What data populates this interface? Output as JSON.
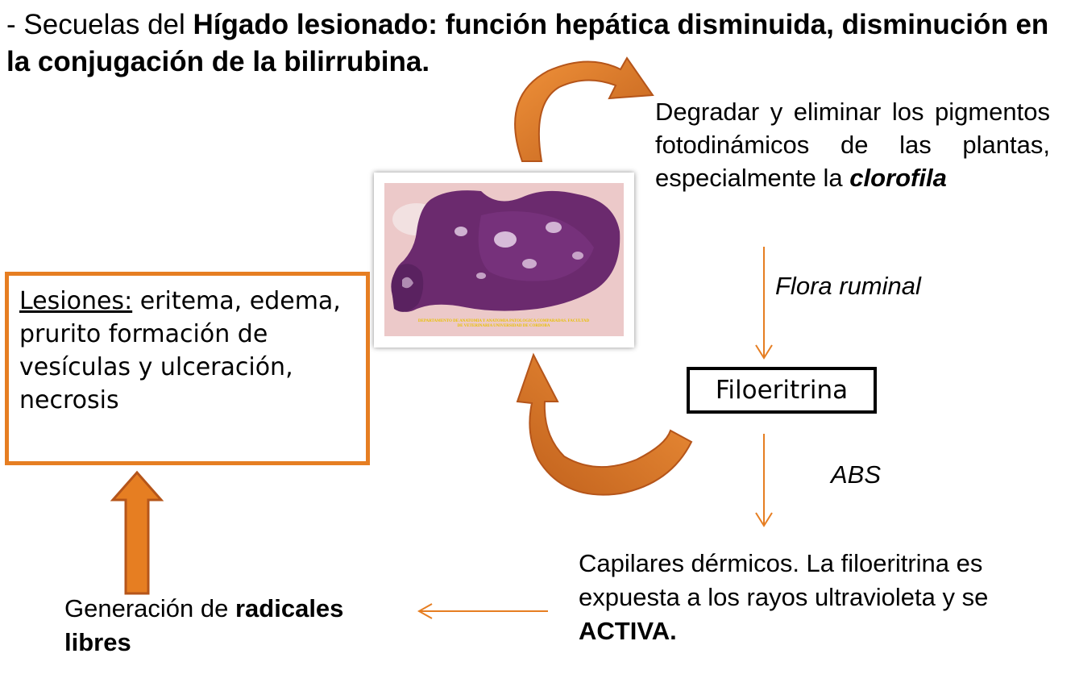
{
  "title": {
    "prefix": "- Secuelas del ",
    "bold": "Hígado lesionado: función hepática disminuida, disminución en la conjugación de la bilirrubina."
  },
  "degradar": {
    "text": "Degradar y eliminar los pigmentos fotodinámicos de las plantas, especialmente la ",
    "emphasis": "clorofila"
  },
  "flora_label": "Flora ruminal",
  "filoeritrina_label": "Filoeritrina",
  "abs_label": "ABS",
  "capilares": {
    "text": "Capilares dérmicos. La filoeritrina es expuesta a los rayos ultravioleta y se ",
    "bold": "ACTIVA."
  },
  "generacion": {
    "text": "Generación de ",
    "bold": "radicales libres"
  },
  "lesiones": {
    "label": "Lesiones:",
    "text": " eritema, edema, prurito formación de vesículas y ulceración, necrosis"
  },
  "photo": {
    "caption_line1": "DEPARTAMENTO DE ANATOMIA Y ANATOMIA PATOLOGICA COMPARADAS. FACULTAD",
    "caption_line2": "DE VETERINARIA UNIVERSIDAD DE CORDOBA"
  },
  "colors": {
    "arrow_orange": "#e67e22",
    "arrow_dark": "#b5551a",
    "box_border_orange": "#e67e22",
    "liver_purple": "#6b2a6e",
    "photo_background": "#ecc9c9"
  }
}
